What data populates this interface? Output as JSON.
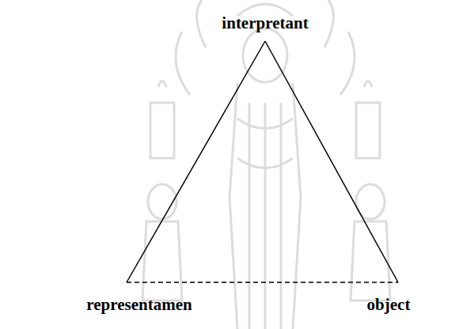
{
  "diagram": {
    "labels": [
      "interpretant",
      "representamen",
      "object"
    ]
  }
}
